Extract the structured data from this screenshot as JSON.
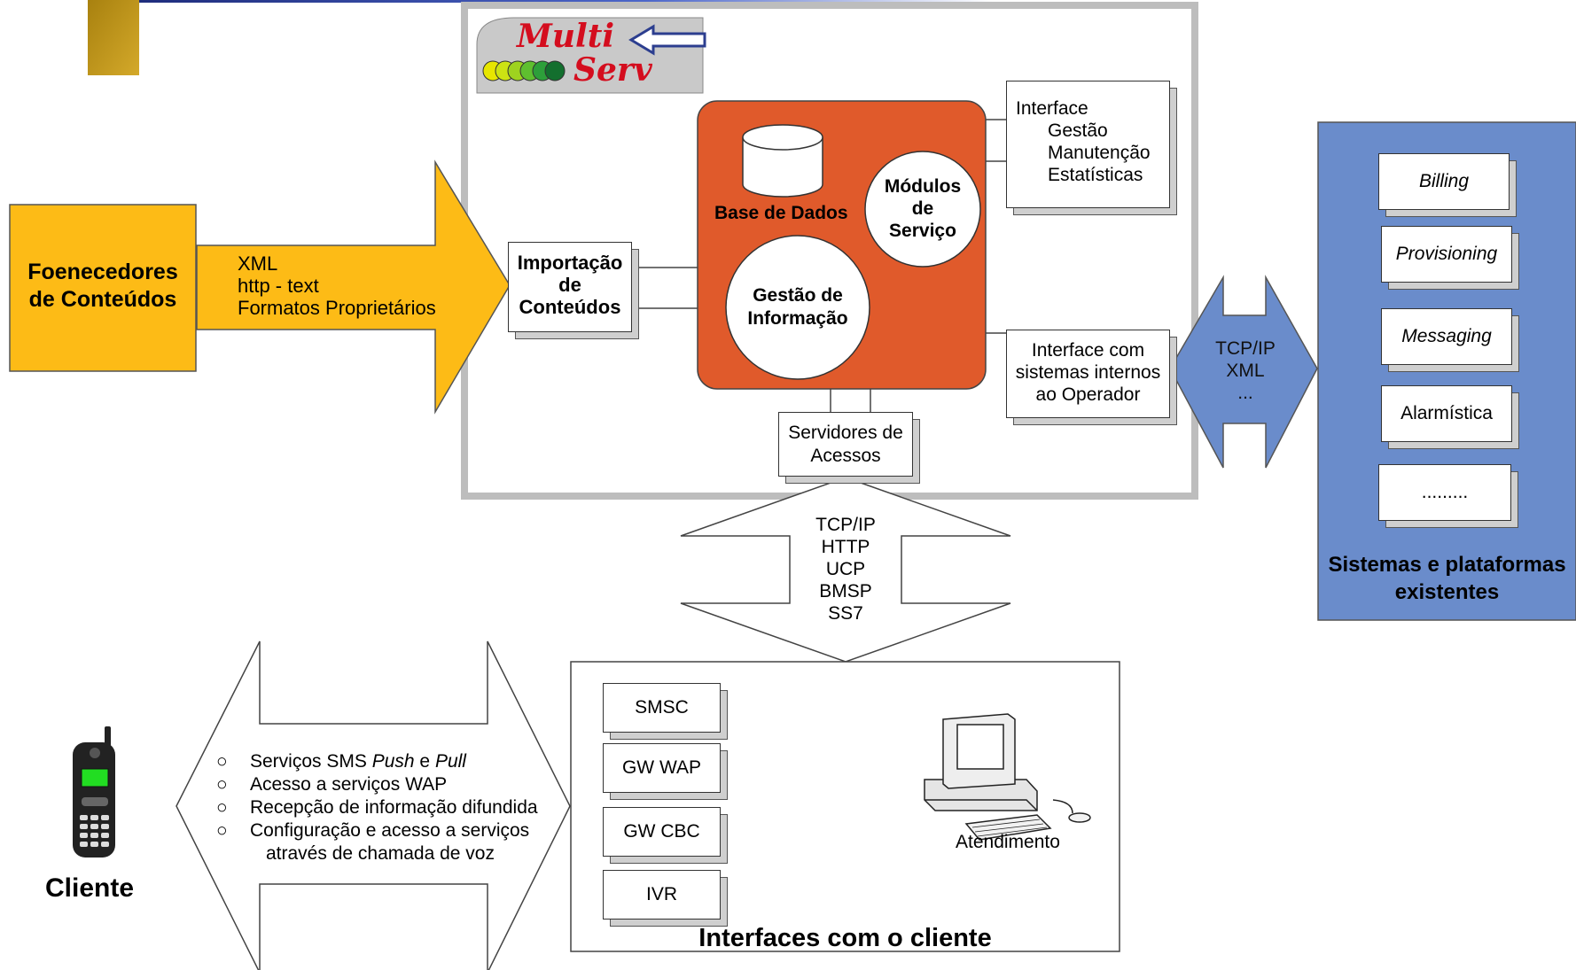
{
  "brand": {
    "logo_line1": "Multi",
    "logo_line2": "Serv"
  },
  "suppliers": {
    "title_line1": "Foenecedores",
    "title_line2": "de Conteúdos",
    "formats": [
      "XML",
      "http - text",
      "Formatos Proprietários"
    ]
  },
  "import_box": {
    "line1": "Importação",
    "line2": "de",
    "line3": "Conteúdos"
  },
  "core": {
    "database_label": "Base de Dados",
    "modules_line1": "Módulos",
    "modules_line2": "de",
    "modules_line3": "Serviço",
    "info_line1": "Gestão de",
    "info_line2": "Informação"
  },
  "interface_box": {
    "title": "Interface",
    "items": [
      "Gestão",
      "Manutenção",
      "Estatísticas"
    ]
  },
  "internal_interface": {
    "line1": "Interface com",
    "line2": "sistemas internos",
    "line3": "ao Operador"
  },
  "access_servers": {
    "line1": "Servidores de",
    "line2": "Acessos"
  },
  "right_arrow_protocols": [
    "TCP/IP",
    "XML",
    "..."
  ],
  "down_arrow_protocols": [
    "TCP/IP",
    "HTTP",
    "UCP",
    "BMSP",
    "SS7"
  ],
  "platforms": {
    "items": [
      "Billing",
      "Provisioning",
      "Messaging",
      "Alarmística",
      "........."
    ],
    "title_line1": "Sistemas e plataformas",
    "title_line2": "existentes"
  },
  "client_interfaces": {
    "items": [
      "SMSC",
      "GW WAP",
      "GW CBC",
      "IVR"
    ],
    "workstation_label": "Atendimento",
    "title": "Interfaces com o cliente"
  },
  "client_services": {
    "bullet": "○",
    "item1_a": "Serviços SMS ",
    "item1_b": "Push",
    "item1_c": " e ",
    "item1_d": "Pull",
    "item2": "Acesso a serviços WAP",
    "item3": "Recepção de informação difundida",
    "item4_line1": "Configuração e acesso a serviços",
    "item4_line2": "através de chamada de voz"
  },
  "client": {
    "label": "Cliente"
  },
  "colors": {
    "supplier_orange": "#FDBB16",
    "core_orange": "#E05A2B",
    "platform_blue": "#6A8CCB",
    "frame_gray": "#BDBDBD"
  }
}
